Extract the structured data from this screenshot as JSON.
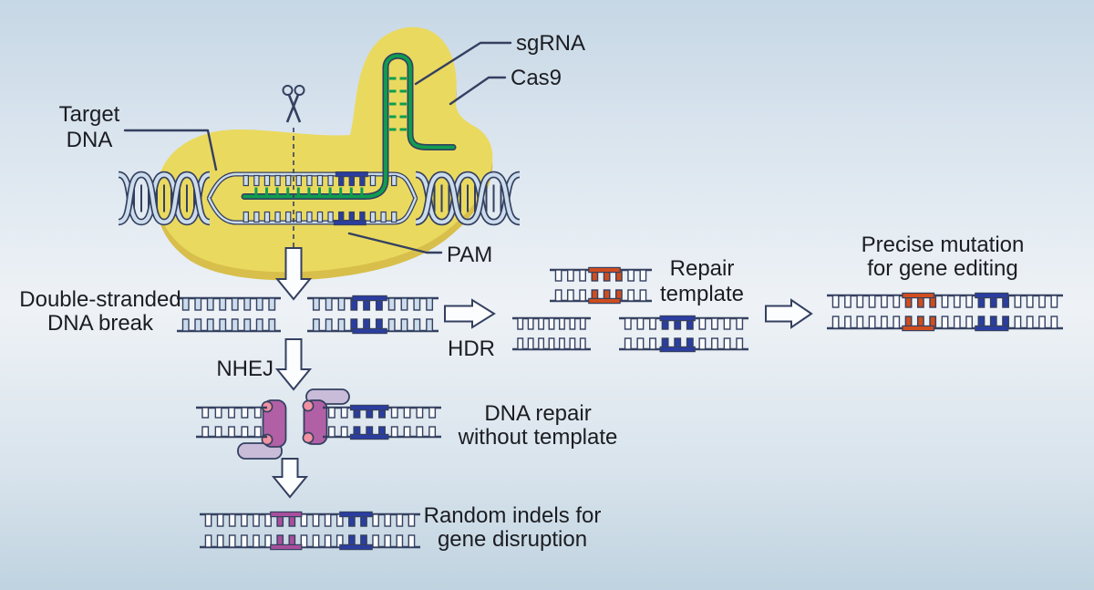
{
  "labels": {
    "target_dna": [
      "Target",
      "DNA"
    ],
    "sgrna": "sgRNA",
    "cas9": "Cas9",
    "pam": "PAM",
    "dsb": [
      "Double-stranded",
      "DNA break"
    ],
    "nhej": "NHEJ",
    "hdr": "HDR",
    "repair_template": [
      "Repair",
      "template"
    ],
    "precise_mutation": [
      "Precise mutation",
      "for gene editing"
    ],
    "without_template": [
      "DNA repair",
      "without template"
    ],
    "random_indels": [
      "Random indels for",
      "gene disruption"
    ]
  },
  "colors": {
    "background_top": "#c6d7e5",
    "background_middle": "#eef2f6",
    "background_bottom": "#bfd3e0",
    "outline_navy": "#344060",
    "text": "#1b1d22",
    "dna_fill_light": "#ccdcec",
    "dna_fill_white": "#fbfcfe",
    "pam_blue": "#2b3da0",
    "sgrna_green": "#0f9d4f",
    "cas9_yellow": "#ead95f",
    "cas9_shadow": "#d8bf4b",
    "repair_orange": "#cf4d1e",
    "indel_magenta": "#a84f9c",
    "protein_magenta": "#b160a6",
    "protein_lavender": "#c9bcd9",
    "protein_pink": "#f291a1",
    "arrow_fill": "#fcfdfe"
  }
}
